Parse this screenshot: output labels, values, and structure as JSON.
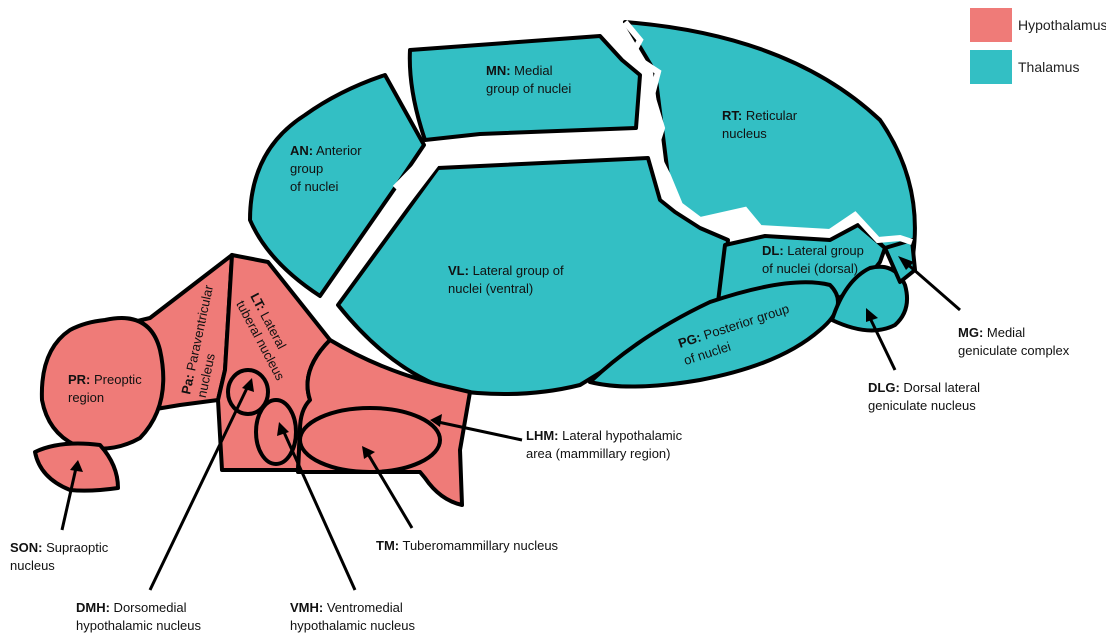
{
  "colors": {
    "hypothalamus": "#ef7b78",
    "thalamus": "#33bfc4",
    "outline": "#000000"
  },
  "legend": [
    {
      "label": "Hypothalamus",
      "color": "#ef7b78"
    },
    {
      "label": "Thalamus",
      "color": "#33bfc4"
    }
  ],
  "regions": {
    "an": {
      "abbr": "AN:",
      "lines": [
        " Anterior",
        "group",
        "of nuclei"
      ]
    },
    "mn": {
      "abbr": "MN:",
      "lines": [
        " Medial",
        "group of nuclei"
      ]
    },
    "rt": {
      "abbr": "RT:",
      "lines": [
        " Reticular",
        "nucleus"
      ]
    },
    "vl": {
      "abbr": "VL:",
      "lines": [
        " Lateral group of",
        "nuclei (ventral)"
      ]
    },
    "dl": {
      "abbr": "DL:",
      "lines": [
        " Lateral group",
        "of nuclei (dorsal)"
      ]
    },
    "pg": {
      "abbr": "PG:",
      "lines": [
        " Posterior group",
        "of nuclei"
      ]
    },
    "mg": {
      "abbr": "MG:",
      "lines": [
        " Medial",
        "geniculate complex"
      ]
    },
    "dlg": {
      "abbr": "DLG:",
      "lines": [
        " Dorsal lateral",
        "geniculate nucleus"
      ]
    },
    "pr": {
      "abbr": "PR:",
      "lines": [
        " Preoptic",
        "region"
      ]
    },
    "pa": {
      "abbr": "Pa:",
      "lines": [
        " Paraventricular",
        "nucleus"
      ]
    },
    "lt": {
      "abbr": "LT:",
      "lines": [
        " Lateral",
        "tuberal nucleus"
      ]
    },
    "lhm": {
      "abbr": "LHM:",
      "lines": [
        " Lateral hypothalamic",
        "area (mammillary region)"
      ]
    },
    "tm": {
      "abbr": "TM:",
      "lines": [
        " Tuberomammillary nucleus"
      ]
    },
    "son": {
      "abbr": "SON:",
      "lines": [
        " Supraoptic",
        "nucleus"
      ]
    },
    "dmh": {
      "abbr": "DMH:",
      "lines": [
        " Dorsomedial",
        "hypothalamic nucleus"
      ]
    },
    "vmh": {
      "abbr": "VMH:",
      "lines": [
        " Ventromedial",
        "hypothalamic nucleus"
      ]
    }
  }
}
